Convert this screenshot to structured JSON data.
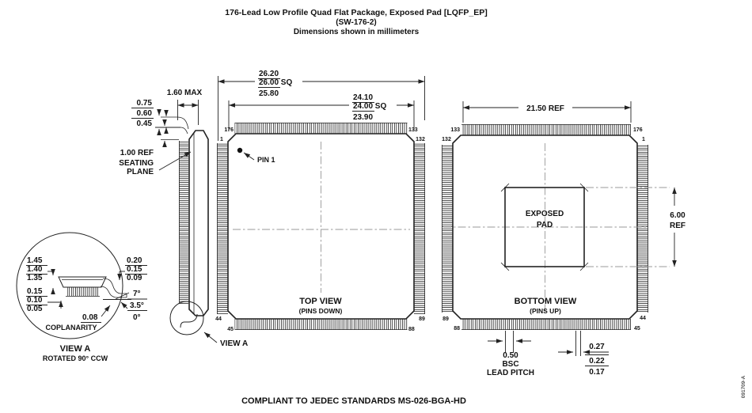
{
  "title": {
    "line1": "176-Lead Low Profile Quad Flat Package, Exposed Pad [LQFP_EP]",
    "line2": "(SW-176-2)",
    "line3": "Dimensions shown in millimeters"
  },
  "views": {
    "top": {
      "label": "TOP VIEW",
      "sublabel": "(PINS DOWN)",
      "pin1": "PIN 1",
      "pins": {
        "top_left": "176",
        "top_right": "133",
        "left_top": "1",
        "right_top": "132",
        "left_bottom": "44",
        "right_bottom": "89",
        "bottom_left": "45",
        "bottom_right": "88"
      },
      "outer_dim": {
        "max": "26.20",
        "nom": "26.00 SQ",
        "min": "25.80"
      },
      "body_dim": {
        "max": "24.10",
        "nom": "24.00 SQ",
        "min": "23.90"
      }
    },
    "bottom": {
      "label": "BOTTOM VIEW",
      "sublabel": "(PINS UP)",
      "pins": {
        "top_left": "133",
        "top_right": "176",
        "left_top": "132",
        "right_top": "1",
        "left_bottom": "89",
        "right_bottom": "44",
        "bottom_left": "88",
        "bottom_right": "45"
      },
      "lead_span": "21.50 REF",
      "pad": {
        "line1": "EXPOSED",
        "line2": "PAD"
      },
      "pad_width": {
        "line1": "6.00",
        "line2": "REF"
      },
      "lead_pitch": {
        "value": "0.50",
        "qualifier": "BSC",
        "label": "LEAD PITCH"
      },
      "lead_width": {
        "max": "0.27",
        "nom": "0.22",
        "min": "0.17"
      }
    },
    "side": {
      "pkg_height": "1.60 MAX",
      "foot_length": {
        "max": "0.75",
        "nom": "0.60",
        "min": "0.45"
      },
      "lead_length": "1.00 REF",
      "seating_plane": {
        "line1": "SEATING",
        "line2": "PLANE"
      },
      "detail_ref": "VIEW A"
    }
  },
  "detail": {
    "title": "VIEW A",
    "subtitle": "ROTATED 90° CCW",
    "body_thickness": {
      "max": "1.45",
      "nom": "1.40",
      "min": "1.35"
    },
    "standoff": {
      "max": "0.15",
      "nom": "0.10",
      "min": "0.05"
    },
    "lead_thickness": {
      "max": "0.20",
      "nom": "0.15",
      "min": "0.09"
    },
    "foot_angle": {
      "max": "7°",
      "nom": "3.5°",
      "min": "0°"
    },
    "coplanarity": {
      "value": "0.08",
      "label": "COPLANARITY"
    }
  },
  "footer": {
    "compliance": "COMPLIANT TO JEDEC STANDARDS MS-026-BGA-HD",
    "doc_number": "091709-A"
  },
  "colors": {
    "line": "#222222",
    "centerline": "#999999",
    "background": "#ffffff"
  }
}
